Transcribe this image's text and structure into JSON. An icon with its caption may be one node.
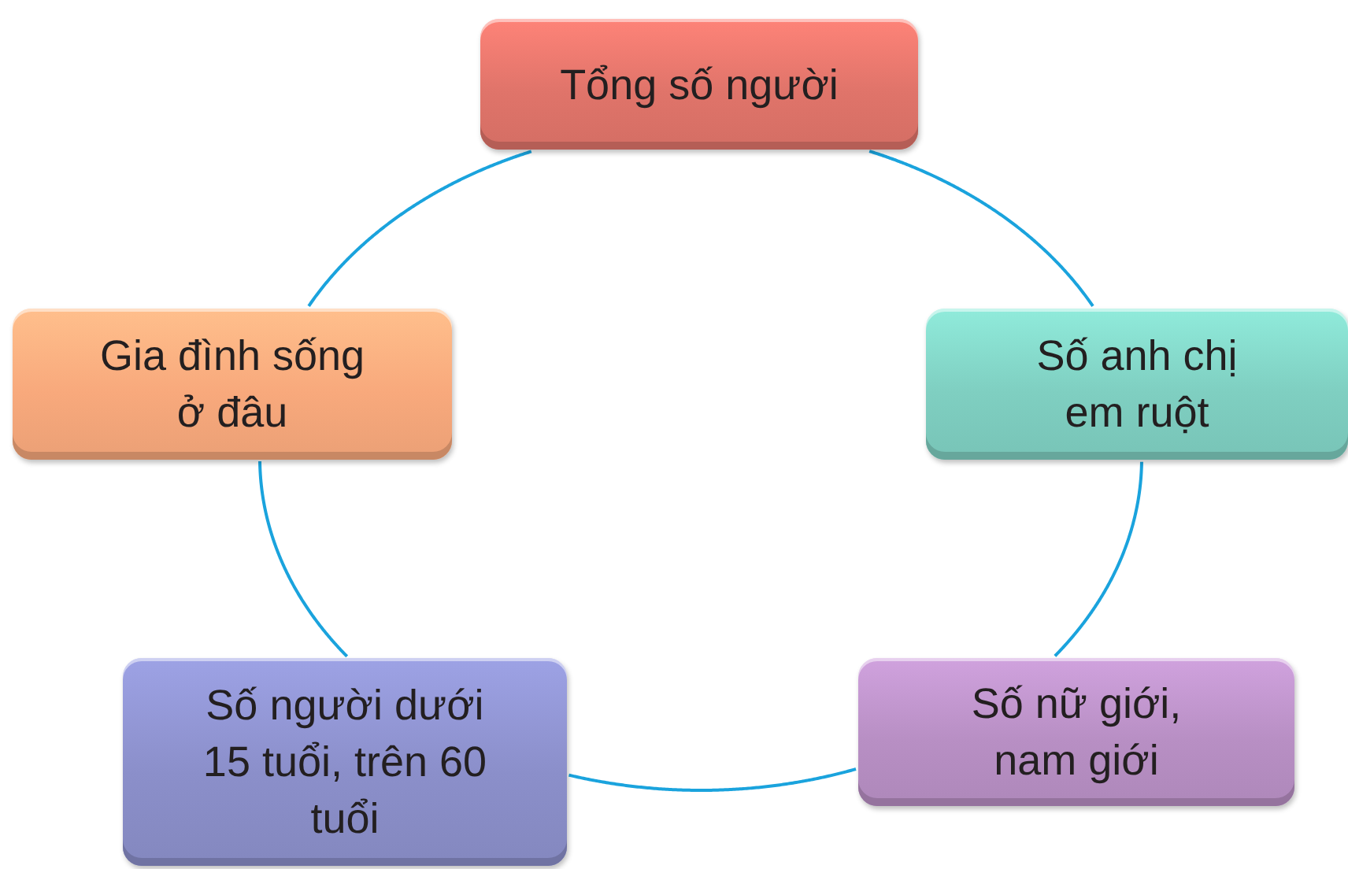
{
  "diagram": {
    "nodes": [
      {
        "text": [
          "Tổng số người"
        ]
      },
      {
        "text": [
          "Gia đình sống ở đâu"
        ]
      },
      {
        "text": [
          "Số anh chị em ruột"
        ]
      },
      {
        "text": [
          "Số người dưới 15 tuổi, trên 60 tuổi"
        ]
      },
      {
        "text": [
          "Số nữ giới, nam giới"
        ]
      }
    ],
    "edges": [
      {
        "from": 0,
        "to": 2,
        "arrow": "none"
      },
      {
        "from": 2,
        "to": 4,
        "arrow": "none"
      },
      {
        "from": 4,
        "to": 3,
        "arrow": "none"
      },
      {
        "from": 3,
        "to": 1,
        "arrow": "none"
      },
      {
        "from": 1,
        "to": 0,
        "arrow": "none"
      }
    ]
  }
}
